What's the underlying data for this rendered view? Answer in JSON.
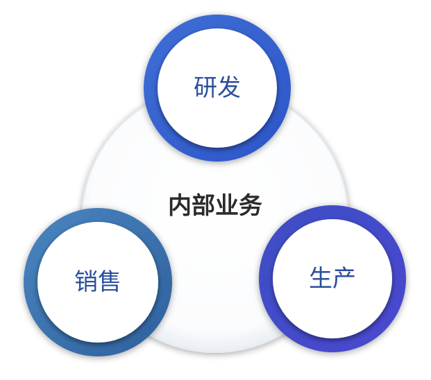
{
  "diagram": {
    "center": {
      "label": "内部业务"
    },
    "nodes": [
      {
        "key": "rd",
        "label": "研发",
        "color_start": "#3f6fd6",
        "color_end": "#2c55c8"
      },
      {
        "key": "sales",
        "label": "销售",
        "color_start": "#4a86c0",
        "color_end": "#2e5f9c"
      },
      {
        "key": "production",
        "label": "生产",
        "color_start": "#3d4fc4",
        "color_end": "#4a47cf"
      }
    ]
  }
}
